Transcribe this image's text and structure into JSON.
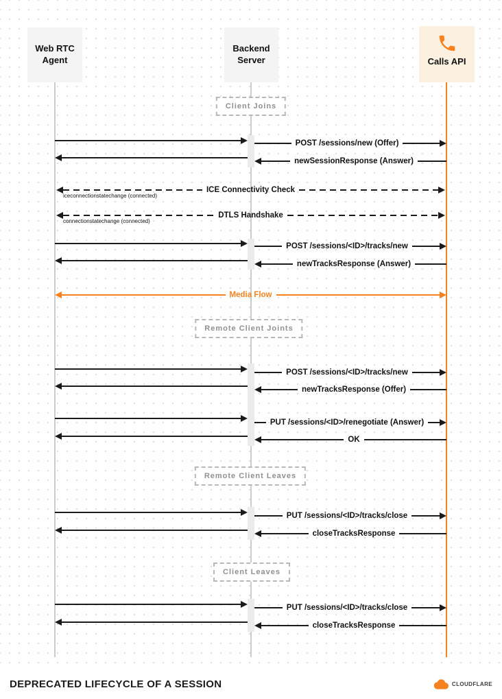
{
  "diagram": {
    "actors": {
      "webrtc": {
        "line1": "Web RTC",
        "line2": "Agent"
      },
      "backend": {
        "line1": "Backend",
        "line2": "Server"
      },
      "calls": {
        "label": "Calls API"
      }
    },
    "sections": {
      "client_joins": "Client Joins",
      "remote_client_joins": "Remote Client Joints",
      "remote_client_leaves": "Remote Client Leaves",
      "client_leaves": "Client Leaves"
    },
    "messages": {
      "post_sessions_new": "POST /sessions/new (Offer)",
      "new_session_response": "newSessionResponse (Answer)",
      "ice_check": "ICE Connectivity Check",
      "ice_note": "iceconnectionstatechange (connected)",
      "dtls_handshake": "DTLS Handshake",
      "dtls_note": "connectionstatechange (connected)",
      "post_tracks_new": "POST /sessions/<ID>/tracks/new",
      "new_tracks_response_answer": "newTracksResponse (Answer)",
      "media_flow": "Media Flow",
      "new_tracks_response_offer": "newTracksResponse (Offer)",
      "put_renegotiate": "PUT /sessions/<ID>/renegotiate (Answer)",
      "ok": "OK",
      "put_tracks_close": "PUT /sessions/<ID>/tracks/close",
      "close_tracks_response": "closeTracksResponse"
    }
  },
  "footer": {
    "title": "DEPRECATED LIFECYCLE OF A SESSION",
    "brand": "CLOUDFLARE"
  },
  "colors": {
    "accent_orange": "#f6821f",
    "lifeline_gray": "#cccccc",
    "arrow_black": "#1a1a1a"
  }
}
